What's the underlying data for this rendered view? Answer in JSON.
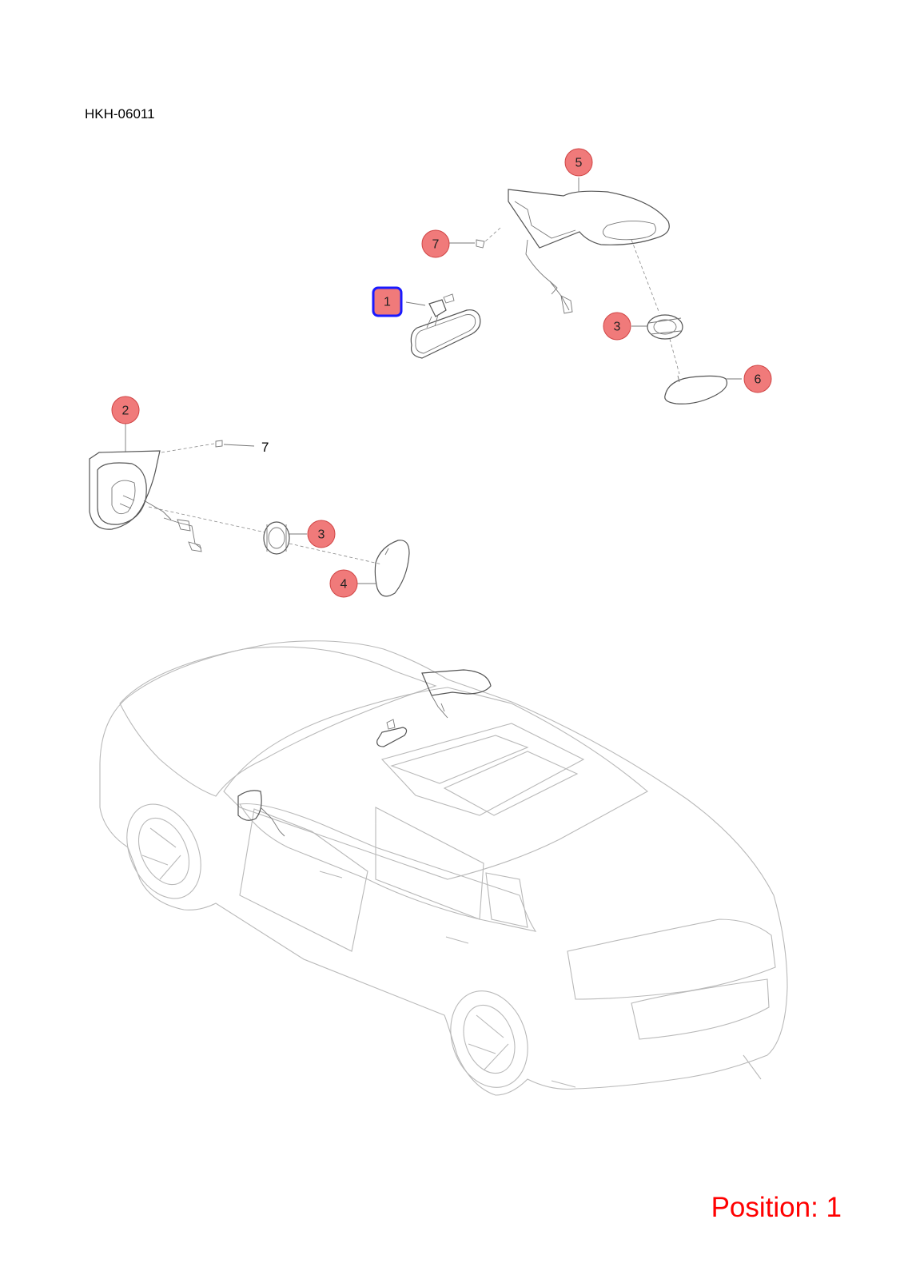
{
  "header": {
    "code": "HKH-06011"
  },
  "footer": {
    "position_text": "Position: 1",
    "color": "#ff0000"
  },
  "highlight_color": "#1a1aff",
  "callouts": [
    {
      "id": "c1",
      "label": "1",
      "highlighted": true
    },
    {
      "id": "c2",
      "label": "2",
      "highlighted": false
    },
    {
      "id": "c3a",
      "label": "3",
      "highlighted": false
    },
    {
      "id": "c3b",
      "label": "3",
      "highlighted": false
    },
    {
      "id": "c4",
      "label": "4",
      "highlighted": false
    },
    {
      "id": "c5",
      "label": "5",
      "highlighted": false
    },
    {
      "id": "c6",
      "label": "6",
      "highlighted": false
    },
    {
      "id": "c7a",
      "label": "7",
      "highlighted": false
    }
  ],
  "plain_labels": [
    {
      "id": "p7",
      "label": "7"
    }
  ]
}
